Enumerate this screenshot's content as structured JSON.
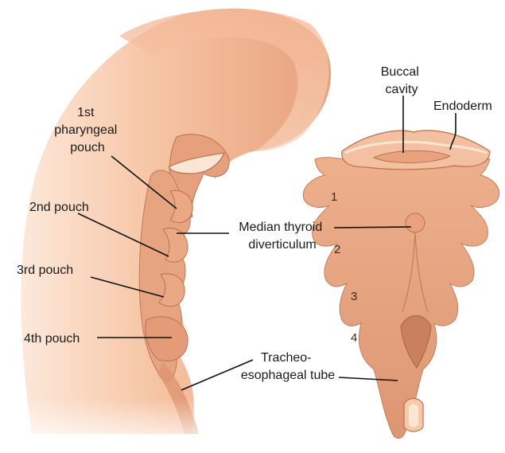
{
  "labels": {
    "pouch1": [
      "1st",
      "pharyngeal",
      "pouch"
    ],
    "pouch2": "2nd pouch",
    "pouch3": "3rd pouch",
    "pouch4": "4th pouch",
    "buccal": [
      "Buccal",
      "cavity"
    ],
    "endoderm": "Endoderm",
    "thyroid": [
      "Median thyroid",
      "diverticulum"
    ],
    "tracheo": [
      "Tracheo-",
      "esophageal tube"
    ],
    "arch_numbers": [
      "1",
      "2",
      "3",
      "4"
    ]
  },
  "colors": {
    "embryo_light": "#f6c7a6",
    "embryo_mid": "#e9a480",
    "embryo_dark": "#c97f5c",
    "ridge": "#fbe3cf",
    "leader_line": "#111111"
  }
}
